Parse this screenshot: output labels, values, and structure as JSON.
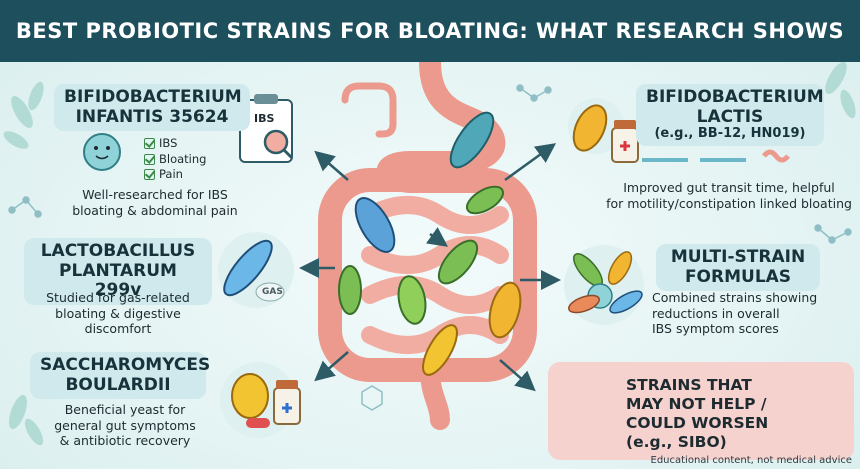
{
  "title": "BEST PROBIOTIC STRAINS FOR BLOATING: WHAT RESEARCH SHOWS",
  "sections": {
    "bifido_infantis": {
      "heading_line1": "BIFIDOBACTERIUM",
      "heading_line2": "INFANTIS 35624",
      "checklist": [
        "IBS",
        "Bloating",
        "Pain"
      ],
      "clipboard_label": "IBS",
      "desc_line1": "Well-researched for IBS",
      "desc_line2": "bloating & abdominal pain"
    },
    "bifido_lactis": {
      "heading_line1": "BIFIDOBACTERIUM",
      "heading_line2": "LACTIS",
      "subheading": "(e.g., BB-12, HN019)",
      "desc_line1": "Improved gut transit time, helpful",
      "desc_line2": "for motility/constipation linked bloating"
    },
    "lacto_plantarum": {
      "heading_line1": "LACTOBACILLUS",
      "heading_line2": "PLANTARUM 299v",
      "gas_label": "GAS",
      "desc_line1": "Studied for gas-related",
      "desc_line2": "bloating & digestive",
      "desc_line3": "discomfort"
    },
    "multi_strain": {
      "heading_line1": "MULTI-STRAIN",
      "heading_line2": "FORMULAS",
      "desc_line1": "Combined strains showing",
      "desc_line2": "reductions in overall",
      "desc_line3": "IBS symptom scores"
    },
    "saccharomyces": {
      "heading_line1": "SACCHAROMYCES",
      "heading_line2": "BOULARDII",
      "desc_line1": "Beneficial yeast for",
      "desc_line2": "general gut symptoms",
      "desc_line3": "& antibiotic recovery"
    },
    "warning": {
      "line1": "STRAINS THAT",
      "line2": "MAY NOT HELP /",
      "line3": "COULD WORSEN",
      "line4": "(e.g., SIBO)"
    }
  },
  "footer": "Educational content, not medical advice",
  "colors": {
    "title_bar": "#1d4f5c",
    "label_bg": "#cfe9ec",
    "warning_bg": "#f6d2cf",
    "intestine": "#ec9a8e",
    "arrow": "#2e5c66"
  }
}
